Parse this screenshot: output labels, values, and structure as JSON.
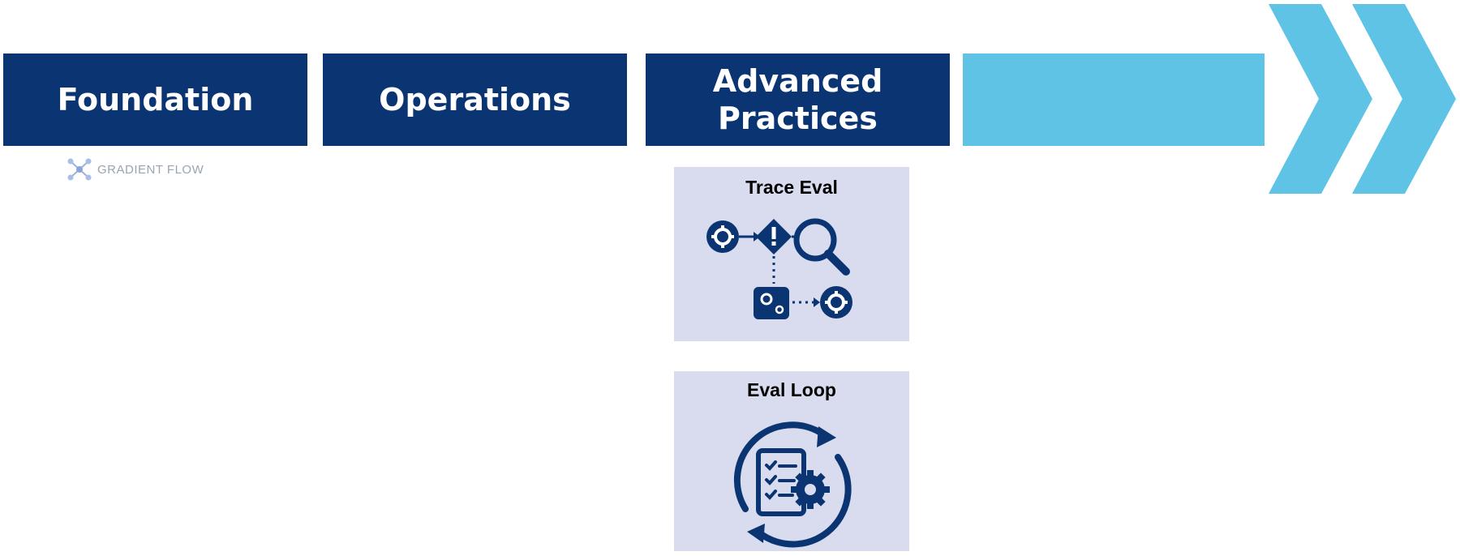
{
  "stages": [
    {
      "label": "Foundation"
    },
    {
      "label": "Operations"
    },
    {
      "label": "Advanced\nPractices"
    },
    {
      "label": ""
    }
  ],
  "brand": {
    "text": "GRADIENT FLOW"
  },
  "cards": [
    {
      "title": "Trace Eval",
      "icon": "trace-eval-flow-icon"
    },
    {
      "title": "Eval Loop",
      "icon": "eval-loop-checklist-gear-icon"
    }
  ],
  "colors": {
    "stage_dark": "#0a3572",
    "stage_light": "#5fc3e5",
    "card_bg": "#d9dbee",
    "icon": "#0a3572"
  }
}
